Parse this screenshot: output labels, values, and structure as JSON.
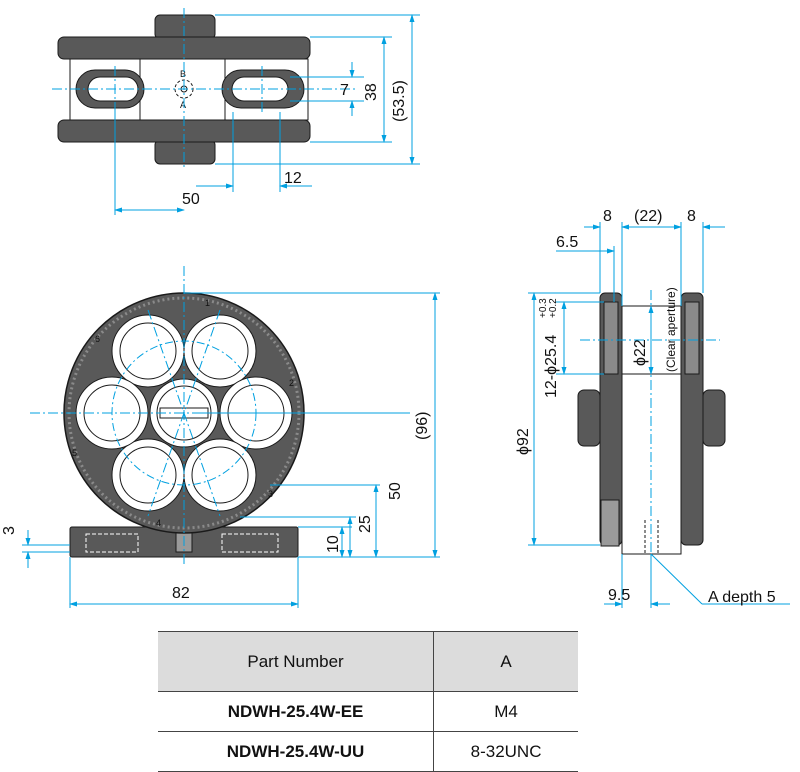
{
  "top_view": {
    "dims": {
      "d50": "50",
      "d12": "12",
      "d7": "7",
      "d38": "38",
      "d53_5": "(53.5)"
    },
    "labels": {
      "b": "B",
      "a": "A"
    }
  },
  "front_view": {
    "dims": {
      "d96": "(96)",
      "d50": "50",
      "d25": "25",
      "d10": "10",
      "d3": "3",
      "d82": "82"
    },
    "position_numbers": [
      "1",
      "2",
      "3",
      "4",
      "5",
      "6"
    ]
  },
  "side_view": {
    "dims": {
      "d8a": "8",
      "d22": "(22)",
      "d8b": "8",
      "d6_5": "6.5",
      "d9_5": "9.5"
    },
    "bore_label_main": "12-ϕ25.4",
    "bore_tol_upper": "+0.3",
    "bore_tol_lower": "+0.2",
    "aperture_dim": "ϕ22",
    "aperture_note": "(Clear aperture)",
    "outer_dim": "ϕ92",
    "tap_note": "A depth 5"
  },
  "spec_table": {
    "headers": [
      "Part Number",
      "A"
    ],
    "rows": [
      {
        "part": "NDWH-25.4W-EE",
        "a": "M4"
      },
      {
        "part": "NDWH-25.4W-UU",
        "a": "8-32UNC"
      }
    ]
  },
  "colors": {
    "line": "#1a1a1a",
    "dimension": "#00a0e0",
    "part_fill": "#595959",
    "header_bg": "#dcdcdc"
  }
}
